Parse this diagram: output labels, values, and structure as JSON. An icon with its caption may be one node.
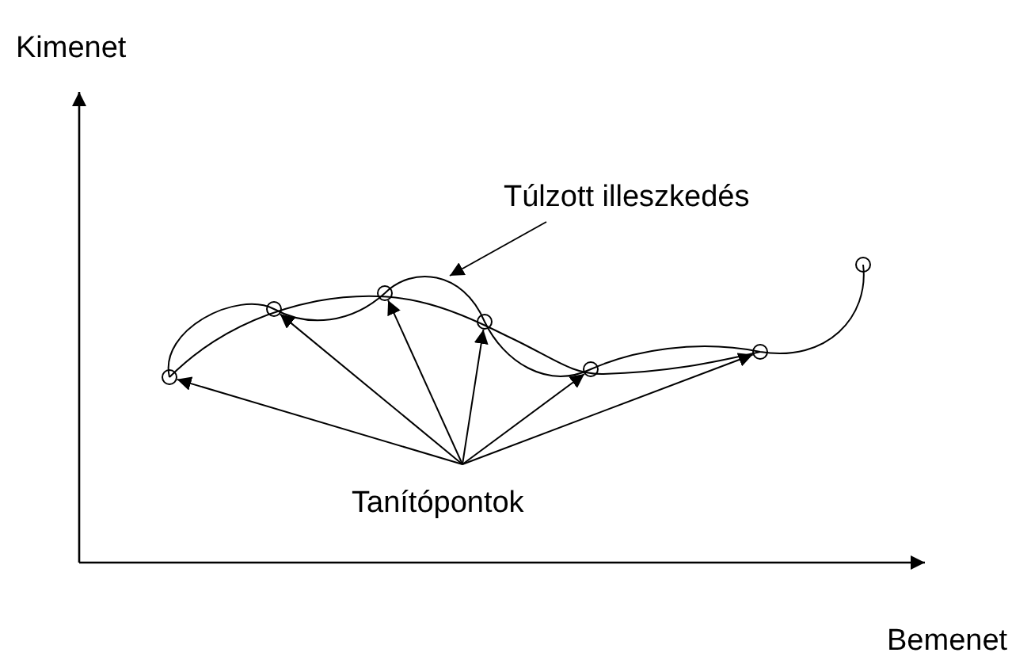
{
  "diagram": {
    "nodes": [
      {
        "text": [
          "Túlzott illeszkedés"
        ]
      },
      {
        "text": [],
        "shape": "circle"
      },
      {
        "text": [],
        "shape": "circle"
      },
      {
        "text": [],
        "shape": "circle"
      },
      {
        "text": [],
        "shape": "circle"
      },
      {
        "text": [],
        "shape": "circle"
      },
      {
        "text": [],
        "shape": "circle"
      },
      {
        "text": [],
        "shape": "circle"
      },
      {
        "text": [
          "Tanítópontok"
        ]
      }
    ],
    "edges": [
      {
        "from": 0,
        "to": null,
        "arrow": "to"
      },
      {
        "from": 8,
        "to": 1,
        "arrow": "to"
      },
      {
        "from": 8,
        "to": 2,
        "arrow": "to"
      },
      {
        "from": 8,
        "to": 3,
        "arrow": "to"
      },
      {
        "from": 8,
        "to": 4,
        "arrow": "to"
      },
      {
        "from": 8,
        "to": 5,
        "arrow": "to"
      },
      {
        "from": 8,
        "to": 6,
        "arrow": "to"
      }
    ],
    "labels": [
      "Kimenet",
      "Bemenet"
    ]
  }
}
